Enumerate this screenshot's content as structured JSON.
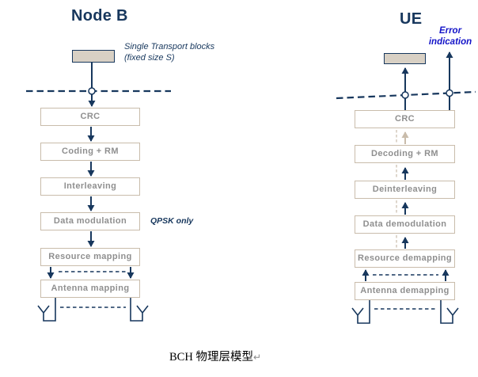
{
  "colors": {
    "navy": "#17375D",
    "tan": "#C9BCAB",
    "box_text": "#8F8F8F",
    "block_fill": "#D8D0C4",
    "blue": "#1414C8"
  },
  "nodeb": {
    "title": "Node B",
    "transport_note": {
      "line1": "Single Transport blocks",
      "line2": "(fixed size S)"
    },
    "modulation_note": "QPSK only",
    "stages": [
      "CRC",
      "Coding + RM",
      "Interleaving",
      "Data modulation",
      "Resource mapping",
      "Antenna mapping"
    ]
  },
  "ue": {
    "title": "UE",
    "error_note": {
      "line1": "Error",
      "line2": "indication"
    },
    "stages": [
      "CRC",
      "Decoding + RM",
      "Deinterleaving",
      "Data demodulation",
      "Resource demapping",
      "Antenna demapping"
    ]
  },
  "caption": {
    "text": "BCH 物理层模型",
    "paragraph_mark": "↵"
  }
}
